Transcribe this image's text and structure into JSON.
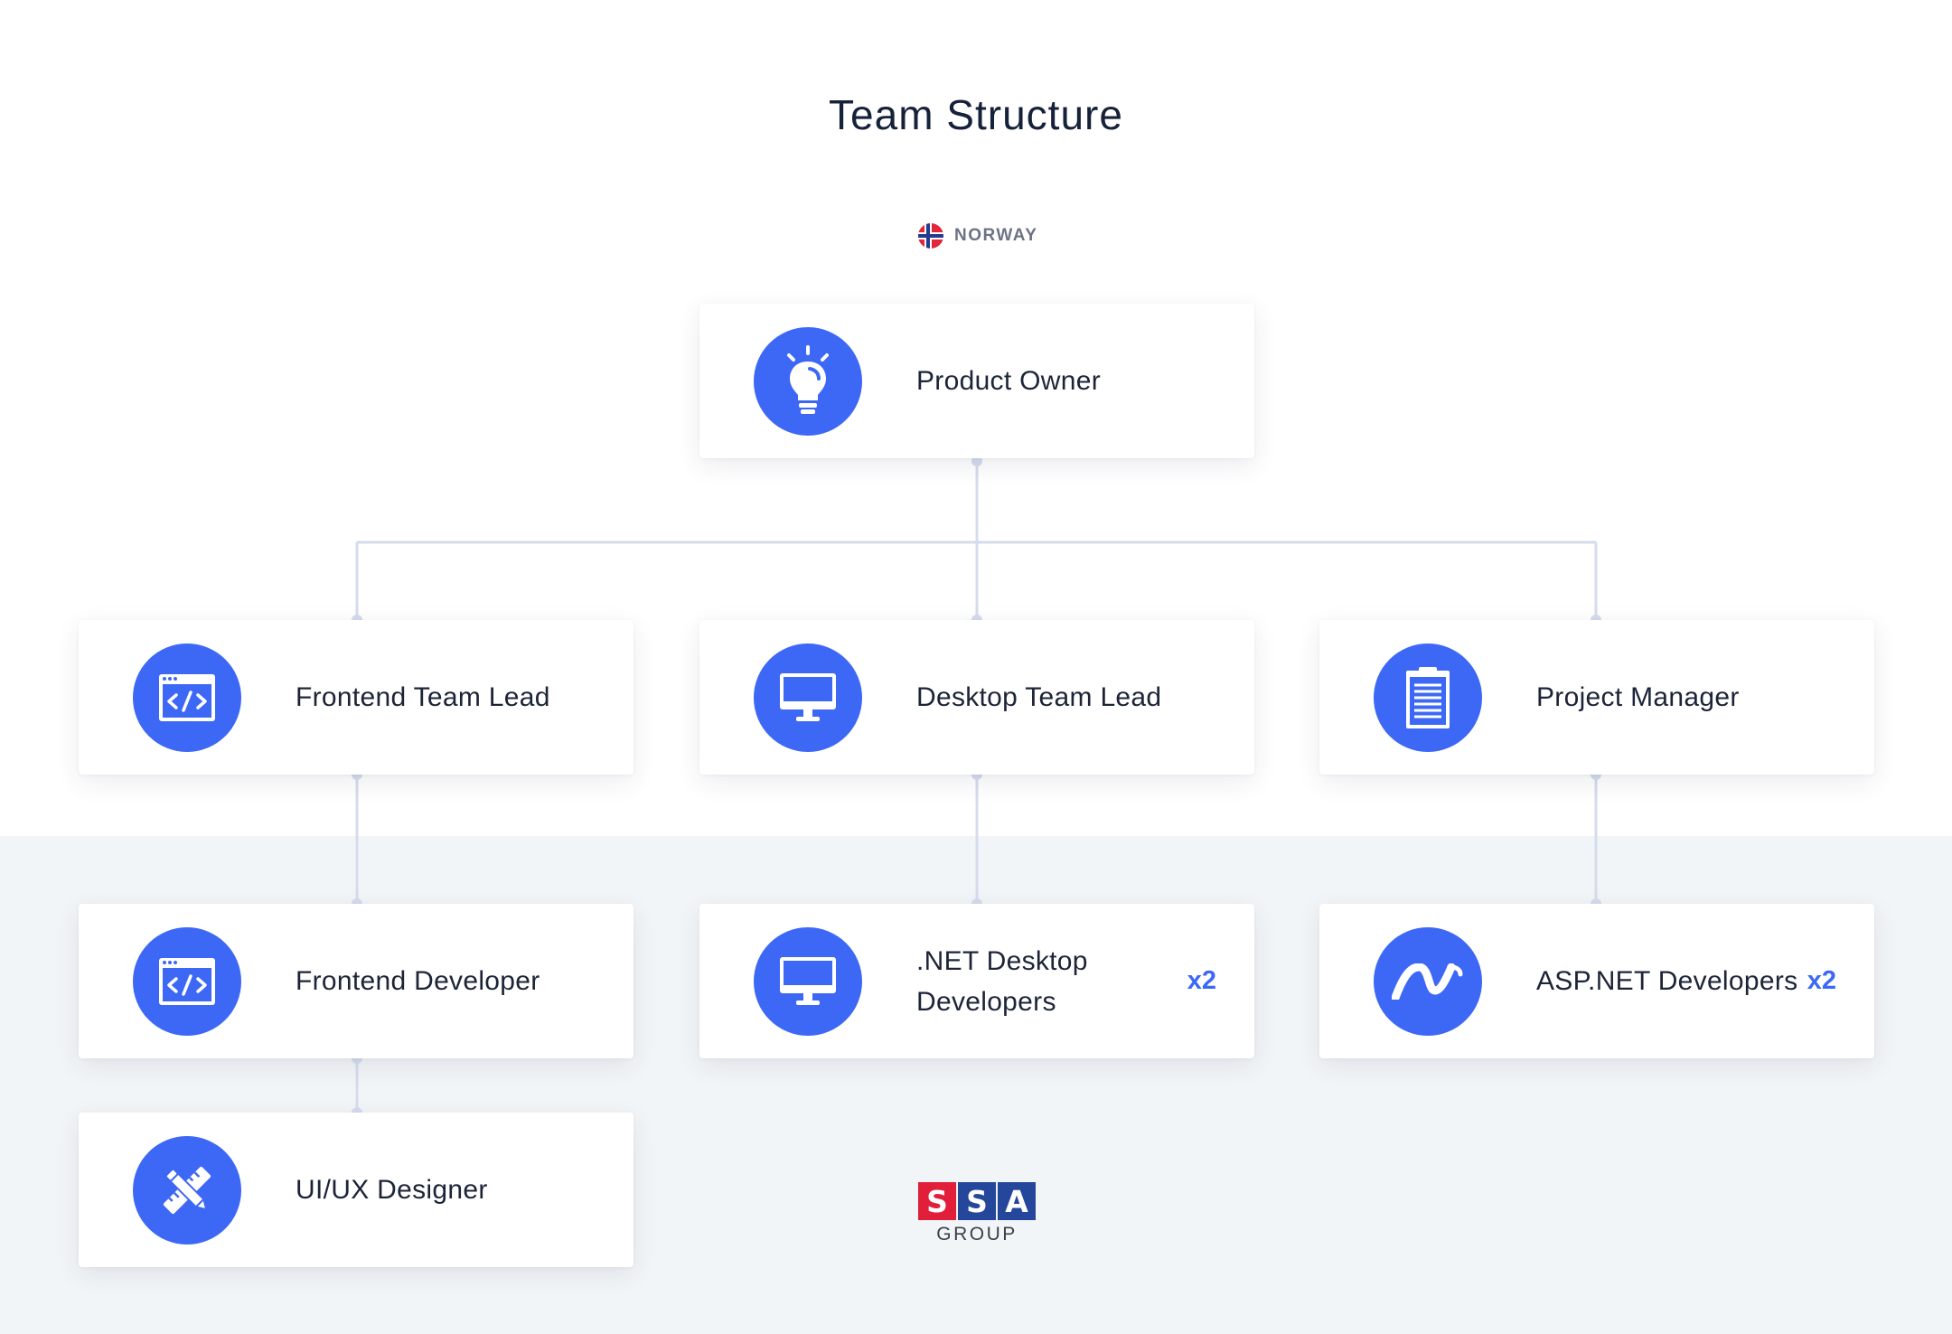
{
  "title": "Team Structure",
  "country": {
    "label": "NORWAY",
    "flag_icon": "norway-flag-icon"
  },
  "colors": {
    "accent": "#3d68f5",
    "connector": "#d6dcec",
    "band": "#f2f5f7",
    "logo_red": "#e21f3b",
    "logo_blue": "#25479b"
  },
  "nodes": {
    "product_owner": {
      "label": "Product Owner",
      "icon": "lightbulb-icon"
    },
    "frontend_team_lead": {
      "label": "Frontend Team Lead",
      "icon": "code-window-icon"
    },
    "desktop_team_lead": {
      "label": "Desktop Team Lead",
      "icon": "monitor-icon"
    },
    "project_manager": {
      "label": "Project Manager",
      "icon": "clipboard-icon"
    },
    "frontend_developer": {
      "label": "Frontend Developer",
      "icon": "code-window-icon"
    },
    "net_desktop_developers": {
      "label": ".NET Desktop Developers",
      "icon": "monitor-icon",
      "count": "x2"
    },
    "aspnet_developers": {
      "label": "ASP.NET Developers",
      "icon": "dotnet-logo-icon",
      "count": "x2"
    },
    "uiux_designer": {
      "label": "UI/UX Designer",
      "icon": "pencil-ruler-icon"
    }
  },
  "edges": [
    [
      "product_owner",
      "frontend_team_lead"
    ],
    [
      "product_owner",
      "desktop_team_lead"
    ],
    [
      "product_owner",
      "project_manager"
    ],
    [
      "frontend_team_lead",
      "frontend_developer"
    ],
    [
      "frontend_developer",
      "uiux_designer"
    ],
    [
      "desktop_team_lead",
      "net_desktop_developers"
    ],
    [
      "project_manager",
      "aspnet_developers"
    ]
  ],
  "logo": {
    "letters": [
      "S",
      "S",
      "A"
    ],
    "subtitle": "GROUP"
  }
}
